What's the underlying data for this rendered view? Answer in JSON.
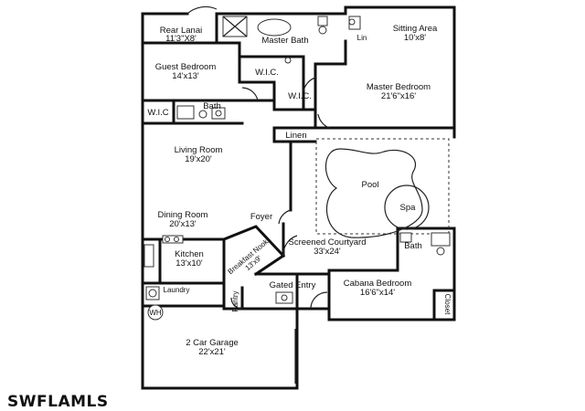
{
  "rooms": {
    "rear_lanai": {
      "name": "Rear Lanai",
      "size": "11'3\"X8'"
    },
    "master_bath": {
      "name": "Master Bath"
    },
    "sitting_area": {
      "name": "Sitting Area",
      "size": "10'x8'"
    },
    "lin": {
      "name": "Lin"
    },
    "guest_bedroom": {
      "name": "Guest Bedroom",
      "size": "14'x13'"
    },
    "wic_upper": {
      "name": "W.I.C."
    },
    "wic_master": {
      "name": "W.I.C."
    },
    "master_bedroom": {
      "name": "Master Bedroom",
      "size": "21'6\"x16'"
    },
    "wic_guest": {
      "name": "W.I.C"
    },
    "guest_bath": {
      "name": "Bath"
    },
    "linen": {
      "name": "Linen"
    },
    "living_room": {
      "name": "Living Room",
      "size": "19'x20'"
    },
    "pool": {
      "name": "Pool"
    },
    "spa": {
      "name": "Spa"
    },
    "dining_room": {
      "name": "Dining Room",
      "size": "20'x13'"
    },
    "foyer": {
      "name": "Foyer"
    },
    "breakfast_nook": {
      "name": "Breakfast Nook",
      "size": "13'x9'"
    },
    "screened_courtyard": {
      "name": "Screened Courtyard",
      "size": "33'x24'"
    },
    "cabana_bath": {
      "name": "Bath"
    },
    "kitchen": {
      "name": "Kitchen",
      "size": "13'x10'"
    },
    "laundry": {
      "name": "Laundry"
    },
    "pantry": {
      "name": "Pantry"
    },
    "gated_entry": {
      "name": "Gated Entry"
    },
    "cabana_bedroom": {
      "name": "Cabana Bedroom",
      "size": "16'6\"x14'"
    },
    "closet": {
      "name": "Closet"
    },
    "wh": {
      "name": "WH"
    },
    "garage": {
      "name": "2 Car Garage",
      "size": "22'x21'"
    }
  },
  "watermark": "SWFLAMLS"
}
